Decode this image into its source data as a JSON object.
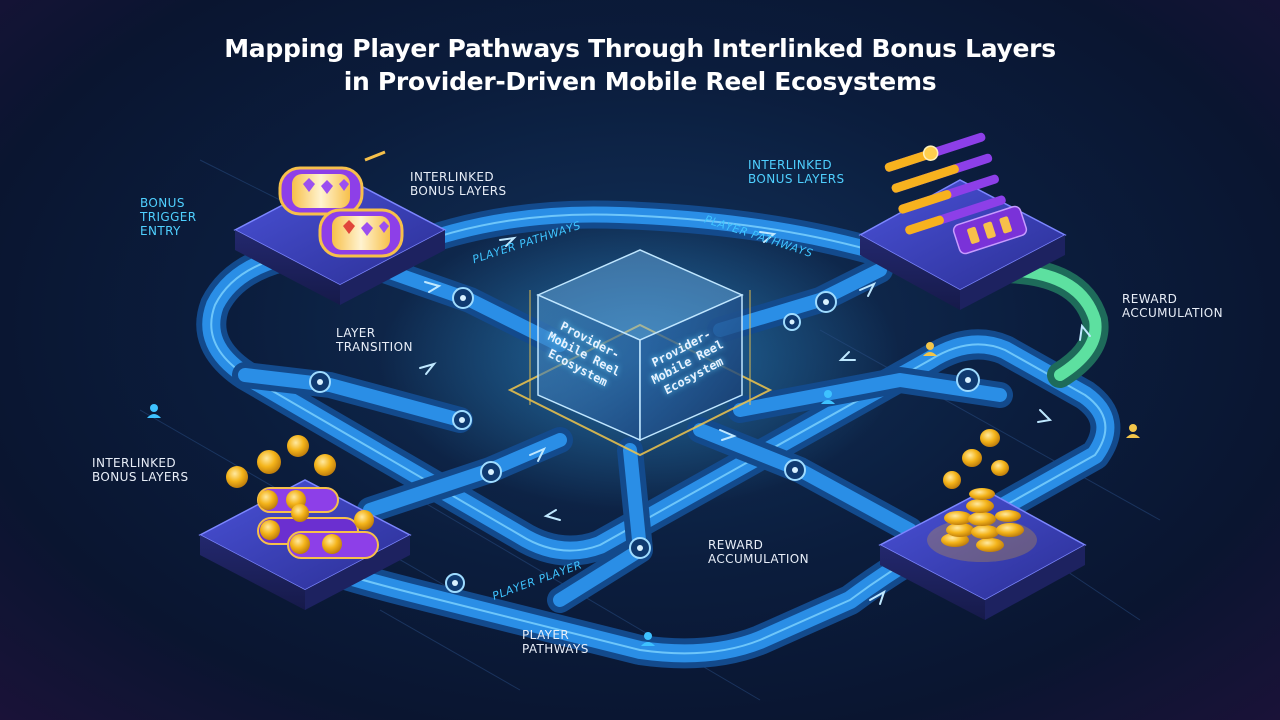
{
  "title": {
    "line1": "Mapping Player Pathways Through Interlinked Bonus Layers",
    "line2": "in Provider-Driven Mobile Reel Ecosystems"
  },
  "labels": {
    "bonus_trigger": [
      "Bonus",
      "Trigger",
      "Entry"
    ],
    "interlinked_top_left": [
      "Interlinked",
      "Bonus Layers"
    ],
    "interlinked_top_right": [
      "Interlinked",
      "Bonus Layers"
    ],
    "interlinked_left": [
      "Interlinked",
      "Bonus Layers"
    ],
    "layer_transition": [
      "Layer",
      "Transition"
    ],
    "reward_right": [
      "Reward",
      "Accumulation"
    ],
    "reward_bottom": [
      "Reward",
      "Accumulation"
    ],
    "player_pathways_bottom": [
      "Player",
      "Pathways"
    ]
  },
  "path_labels": {
    "top_left": "Player Pathways",
    "top_right": "Player Pathways",
    "bottom": "Player Player"
  },
  "cube": {
    "face_left": [
      "Provider-",
      "Mobile Reel",
      "Ecosystem"
    ],
    "face_right": [
      "Provider-",
      "Mobile Reel",
      "Ecosystem"
    ]
  },
  "colors": {
    "track": "#1b6fc6",
    "track_glow": "#37b3ff",
    "reward_track": "#5de0a0",
    "platform": "#3b3fb8",
    "coin": "#f4b41a",
    "reel": "#8d3fe8"
  },
  "icons": [
    "reel-machine-icon",
    "slider-bars-icon",
    "coin-stack-icon",
    "user-icon",
    "pathway-node-icon"
  ]
}
